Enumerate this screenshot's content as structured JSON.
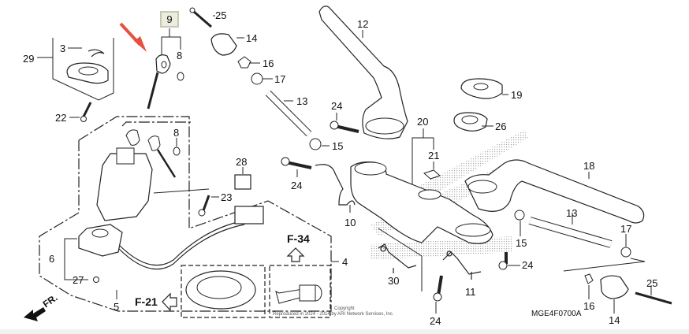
{
  "diagram": {
    "title": "Handlebar / Top Bridge / Ignition Switch Parts Diagram",
    "diagram_code": "MGE4F0700A",
    "highlighted_part": "9",
    "highlight_box_color": "#ececdf",
    "arrow_color": "#e5513f",
    "copyright_line1": "Copyright",
    "copyright_line2": "Reproduced in 2024 - 2014 by ARI Network Services, Inc.",
    "ref_labels": {
      "f34": "F-34",
      "f21": "F-21",
      "front": "FR."
    },
    "callouts": [
      {
        "id": "c29",
        "label": "29"
      },
      {
        "id": "c3",
        "label": "3"
      },
      {
        "id": "c22",
        "label": "22"
      },
      {
        "id": "c9",
        "label": "9"
      },
      {
        "id": "c8a",
        "label": "8"
      },
      {
        "id": "c8b",
        "label": "8"
      },
      {
        "id": "c25a",
        "label": "25"
      },
      {
        "id": "c14a",
        "label": "14"
      },
      {
        "id": "c16a",
        "label": "16"
      },
      {
        "id": "c17a",
        "label": "17"
      },
      {
        "id": "c13a",
        "label": "13"
      },
      {
        "id": "c15a",
        "label": "15"
      },
      {
        "id": "c24a",
        "label": "24"
      },
      {
        "id": "c12",
        "label": "12"
      },
      {
        "id": "c19",
        "label": "19"
      },
      {
        "id": "c26",
        "label": "26"
      },
      {
        "id": "c20",
        "label": "20"
      },
      {
        "id": "c21",
        "label": "21"
      },
      {
        "id": "c18",
        "label": "18"
      },
      {
        "id": "c28",
        "label": "28"
      },
      {
        "id": "c23",
        "label": "23"
      },
      {
        "id": "c24b",
        "label": "24"
      },
      {
        "id": "c10",
        "label": "10"
      },
      {
        "id": "c6",
        "label": "6"
      },
      {
        "id": "c27",
        "label": "27"
      },
      {
        "id": "c5",
        "label": "5"
      },
      {
        "id": "c4",
        "label": "4"
      },
      {
        "id": "c30",
        "label": "30"
      },
      {
        "id": "c11",
        "label": "11"
      },
      {
        "id": "c24c",
        "label": "24"
      },
      {
        "id": "c13b",
        "label": "13"
      },
      {
        "id": "c15b",
        "label": "15"
      },
      {
        "id": "c24d",
        "label": "24"
      },
      {
        "id": "c17b",
        "label": "17"
      },
      {
        "id": "c16b",
        "label": "16"
      },
      {
        "id": "c14b",
        "label": "14"
      },
      {
        "id": "c25b",
        "label": "25"
      }
    ]
  }
}
